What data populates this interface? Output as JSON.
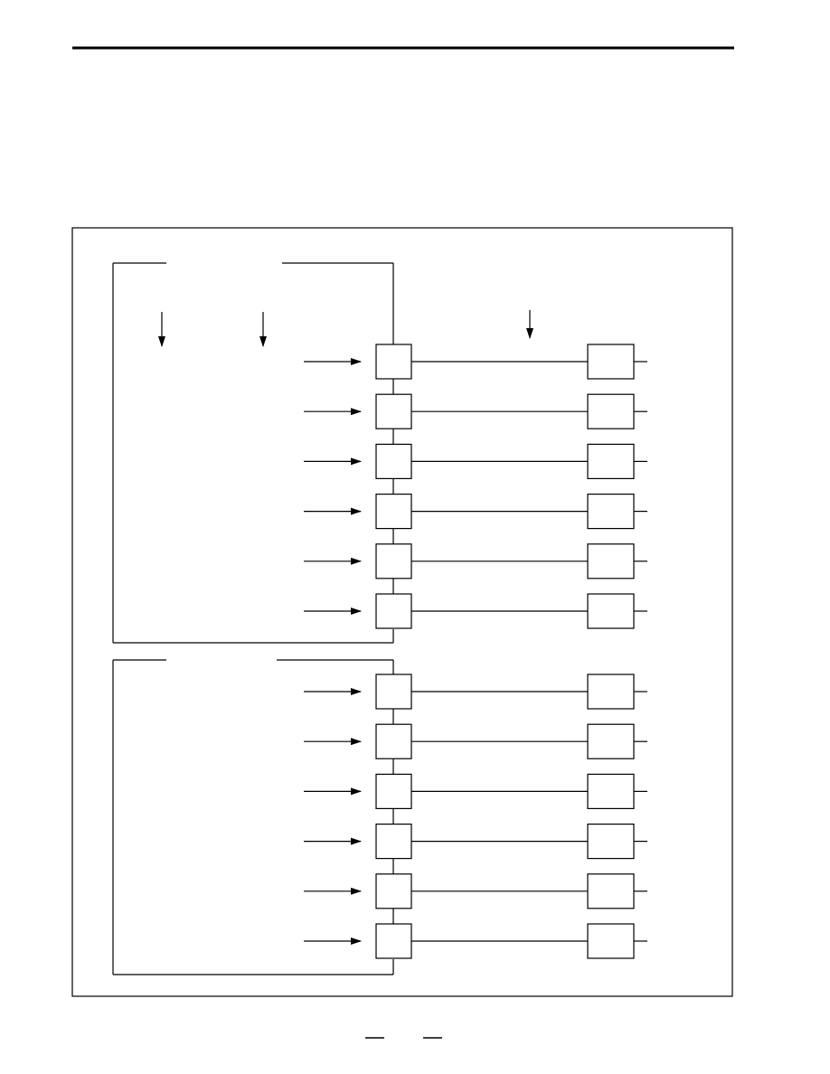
{
  "page": {
    "header_rule": true,
    "footer_marks": [
      "",
      ""
    ]
  },
  "diagram": {
    "line_color": "#000000",
    "background": "#ffffff",
    "groups": [
      {
        "name": "upper",
        "channel_count": 6,
        "labels": []
      },
      {
        "name": "lower",
        "channel_count": 6,
        "labels": []
      }
    ],
    "top_inputs": 3
  }
}
